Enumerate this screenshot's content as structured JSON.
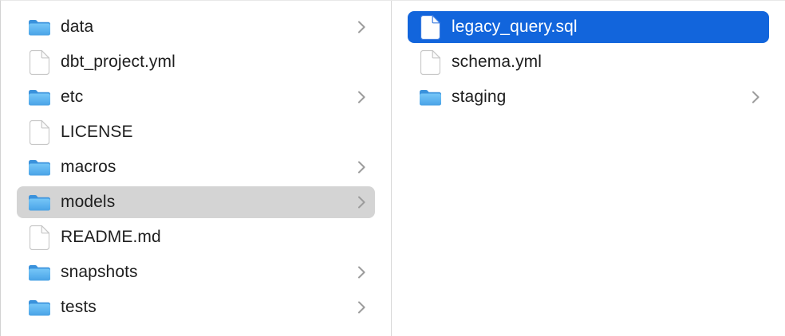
{
  "colors": {
    "selection_blue": "#1265dc",
    "selection_gray": "#d4d4d4",
    "folder_blue_back": "#3a92dc",
    "folder_blue_front_top": "#76c6f7",
    "folder_blue_front_bottom": "#4ba2e4",
    "divider": "#d8d8d8",
    "chevron_gray": "#9c9c9c",
    "text_dark": "#1e1e1e",
    "text_selected": "#ffffff"
  },
  "columns": [
    {
      "name": "parent-column",
      "items": [
        {
          "label": "data",
          "type": "folder",
          "icon": "folder-icon",
          "has_chevron": true,
          "selected": "none"
        },
        {
          "label": "dbt_project.yml",
          "type": "file",
          "icon": "document-icon",
          "has_chevron": false,
          "selected": "none"
        },
        {
          "label": "etc",
          "type": "folder",
          "icon": "folder-icon",
          "has_chevron": true,
          "selected": "none"
        },
        {
          "label": "LICENSE",
          "type": "file",
          "icon": "document-icon",
          "has_chevron": false,
          "selected": "none"
        },
        {
          "label": "macros",
          "type": "folder",
          "icon": "folder-icon",
          "has_chevron": true,
          "selected": "none"
        },
        {
          "label": "models",
          "type": "folder",
          "icon": "folder-icon",
          "has_chevron": true,
          "selected": "secondary-gray"
        },
        {
          "label": "README.md",
          "type": "file",
          "icon": "document-icon",
          "has_chevron": false,
          "selected": "none"
        },
        {
          "label": "snapshots",
          "type": "folder",
          "icon": "folder-icon",
          "has_chevron": true,
          "selected": "none"
        },
        {
          "label": "tests",
          "type": "folder",
          "icon": "folder-icon",
          "has_chevron": true,
          "selected": "none"
        }
      ]
    },
    {
      "name": "child-column",
      "items": [
        {
          "label": "legacy_query.sql",
          "type": "file",
          "icon": "document-icon",
          "has_chevron": false,
          "selected": "primary-blue"
        },
        {
          "label": "schema.yml",
          "type": "file",
          "icon": "document-icon",
          "has_chevron": false,
          "selected": "none"
        },
        {
          "label": "staging",
          "type": "folder",
          "icon": "folder-icon",
          "has_chevron": true,
          "selected": "none"
        }
      ]
    }
  ]
}
